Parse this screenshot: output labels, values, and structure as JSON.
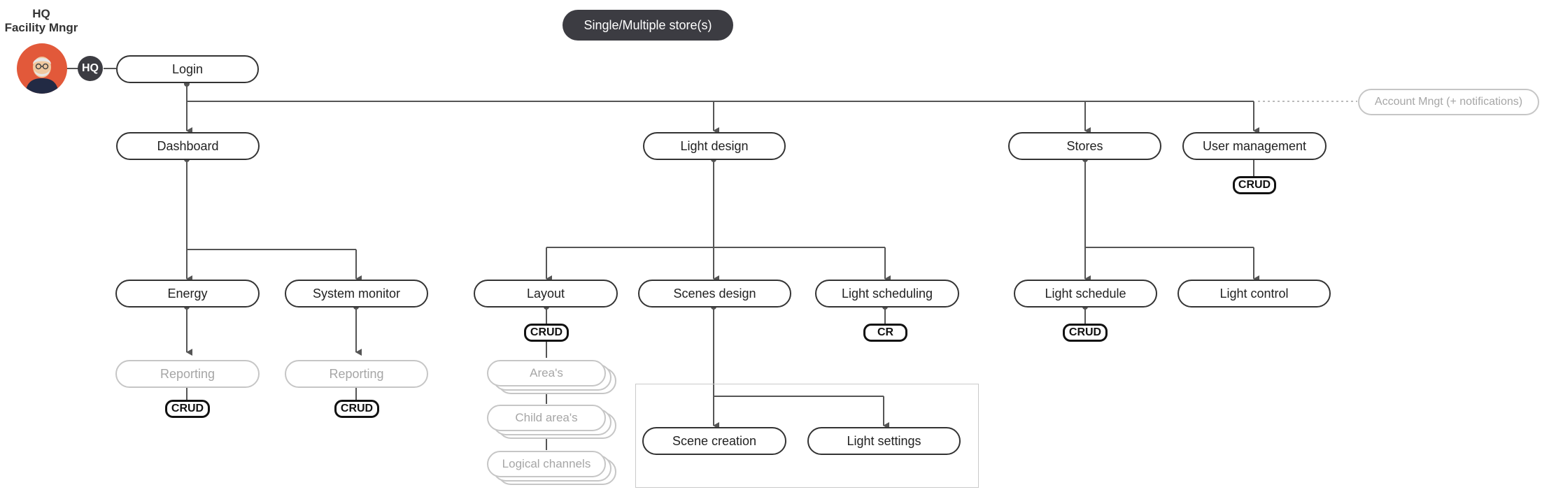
{
  "persona": {
    "title_line1": "HQ",
    "title_line2": "Facility Mngr",
    "role_badge": "HQ"
  },
  "scope_pill": "Single/Multiple store(s)",
  "account_mgmt": "Account Mngt (+ notifications)",
  "nodes": {
    "login": "Login",
    "dashboard": "Dashboard",
    "light_design": "Light design",
    "stores": "Stores",
    "user_management": "User management",
    "energy": "Energy",
    "system_monitor": "System monitor",
    "layout": "Layout",
    "scenes_design": "Scenes design",
    "light_scheduling": "Light scheduling",
    "light_schedule": "Light schedule",
    "light_control": "Light control",
    "reporting_1": "Reporting",
    "reporting_2": "Reporting",
    "areas": "Area's",
    "child_areas": "Child area's",
    "logical_channels": "Logical channels",
    "scene_creation": "Scene creation",
    "light_settings": "Light settings"
  },
  "badges": {
    "user_management": "CRUD",
    "layout": "CRUD",
    "light_scheduling": "CR",
    "light_schedule": "CRUD",
    "reporting_1": "CRUD",
    "reporting_2": "CRUD"
  },
  "colors": {
    "accent": "#e2593a",
    "dark": "#3c3c42",
    "line": "#555555",
    "ghost": "#c6c6c6"
  }
}
